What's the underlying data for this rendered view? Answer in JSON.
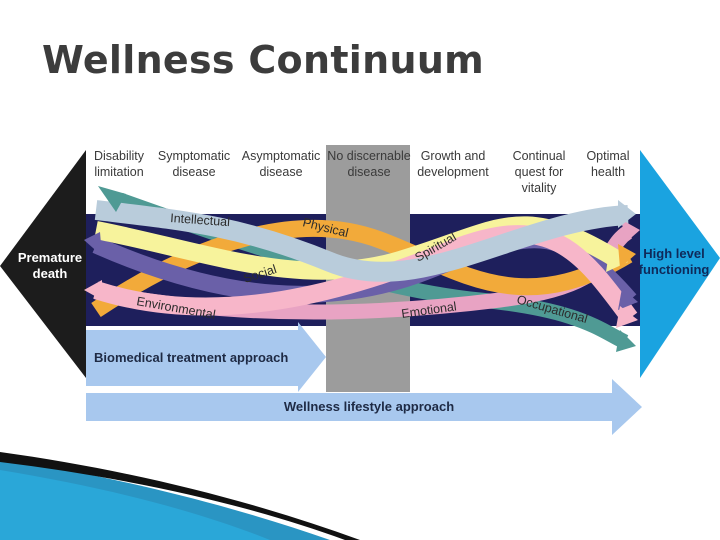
{
  "title": "Wellness Continuum",
  "stages": [
    {
      "lines": [
        "Disability",
        "limitation"
      ]
    },
    {
      "lines": [
        "Symptomatic",
        "disease"
      ]
    },
    {
      "lines": [
        "Asymptomatic",
        "disease"
      ]
    },
    {
      "lines": [
        "No discernable",
        "disease"
      ]
    },
    {
      "lines": [
        "Growth and",
        "development"
      ]
    },
    {
      "lines": [
        "Continual",
        "quest for",
        "vitality"
      ]
    },
    {
      "lines": [
        "Optimal",
        "health"
      ]
    }
  ],
  "left_end": {
    "lines": [
      "Premature",
      "death"
    ],
    "color": "#1c1c1c"
  },
  "right_end": {
    "lines": [
      "High level",
      "functioning"
    ],
    "color": "#1aa3e0"
  },
  "dimensions": [
    {
      "label": "Intellectual",
      "color": "#b9ccdb"
    },
    {
      "label": "Physical",
      "color": "#f2aa3a"
    },
    {
      "label": "Spiritual",
      "color": "#f7f39c"
    },
    {
      "label": "Social",
      "color": "#6a60a8"
    },
    {
      "label": "Environmental",
      "color": "#f7b6c9"
    },
    {
      "label": "Emotional",
      "color": "#e8a3c3"
    },
    {
      "label": "Occupational",
      "color": "#4f9a94"
    }
  ],
  "approaches": [
    {
      "label": "Biomedical treatment approach"
    },
    {
      "label": "Wellness lifestyle approach"
    }
  ],
  "colors": {
    "title": "#3c3c3c",
    "no_disease_band": "#9c9c9c",
    "approach_arrow": "#a8c8ee",
    "corner_accent": "#1f8fc0"
  }
}
